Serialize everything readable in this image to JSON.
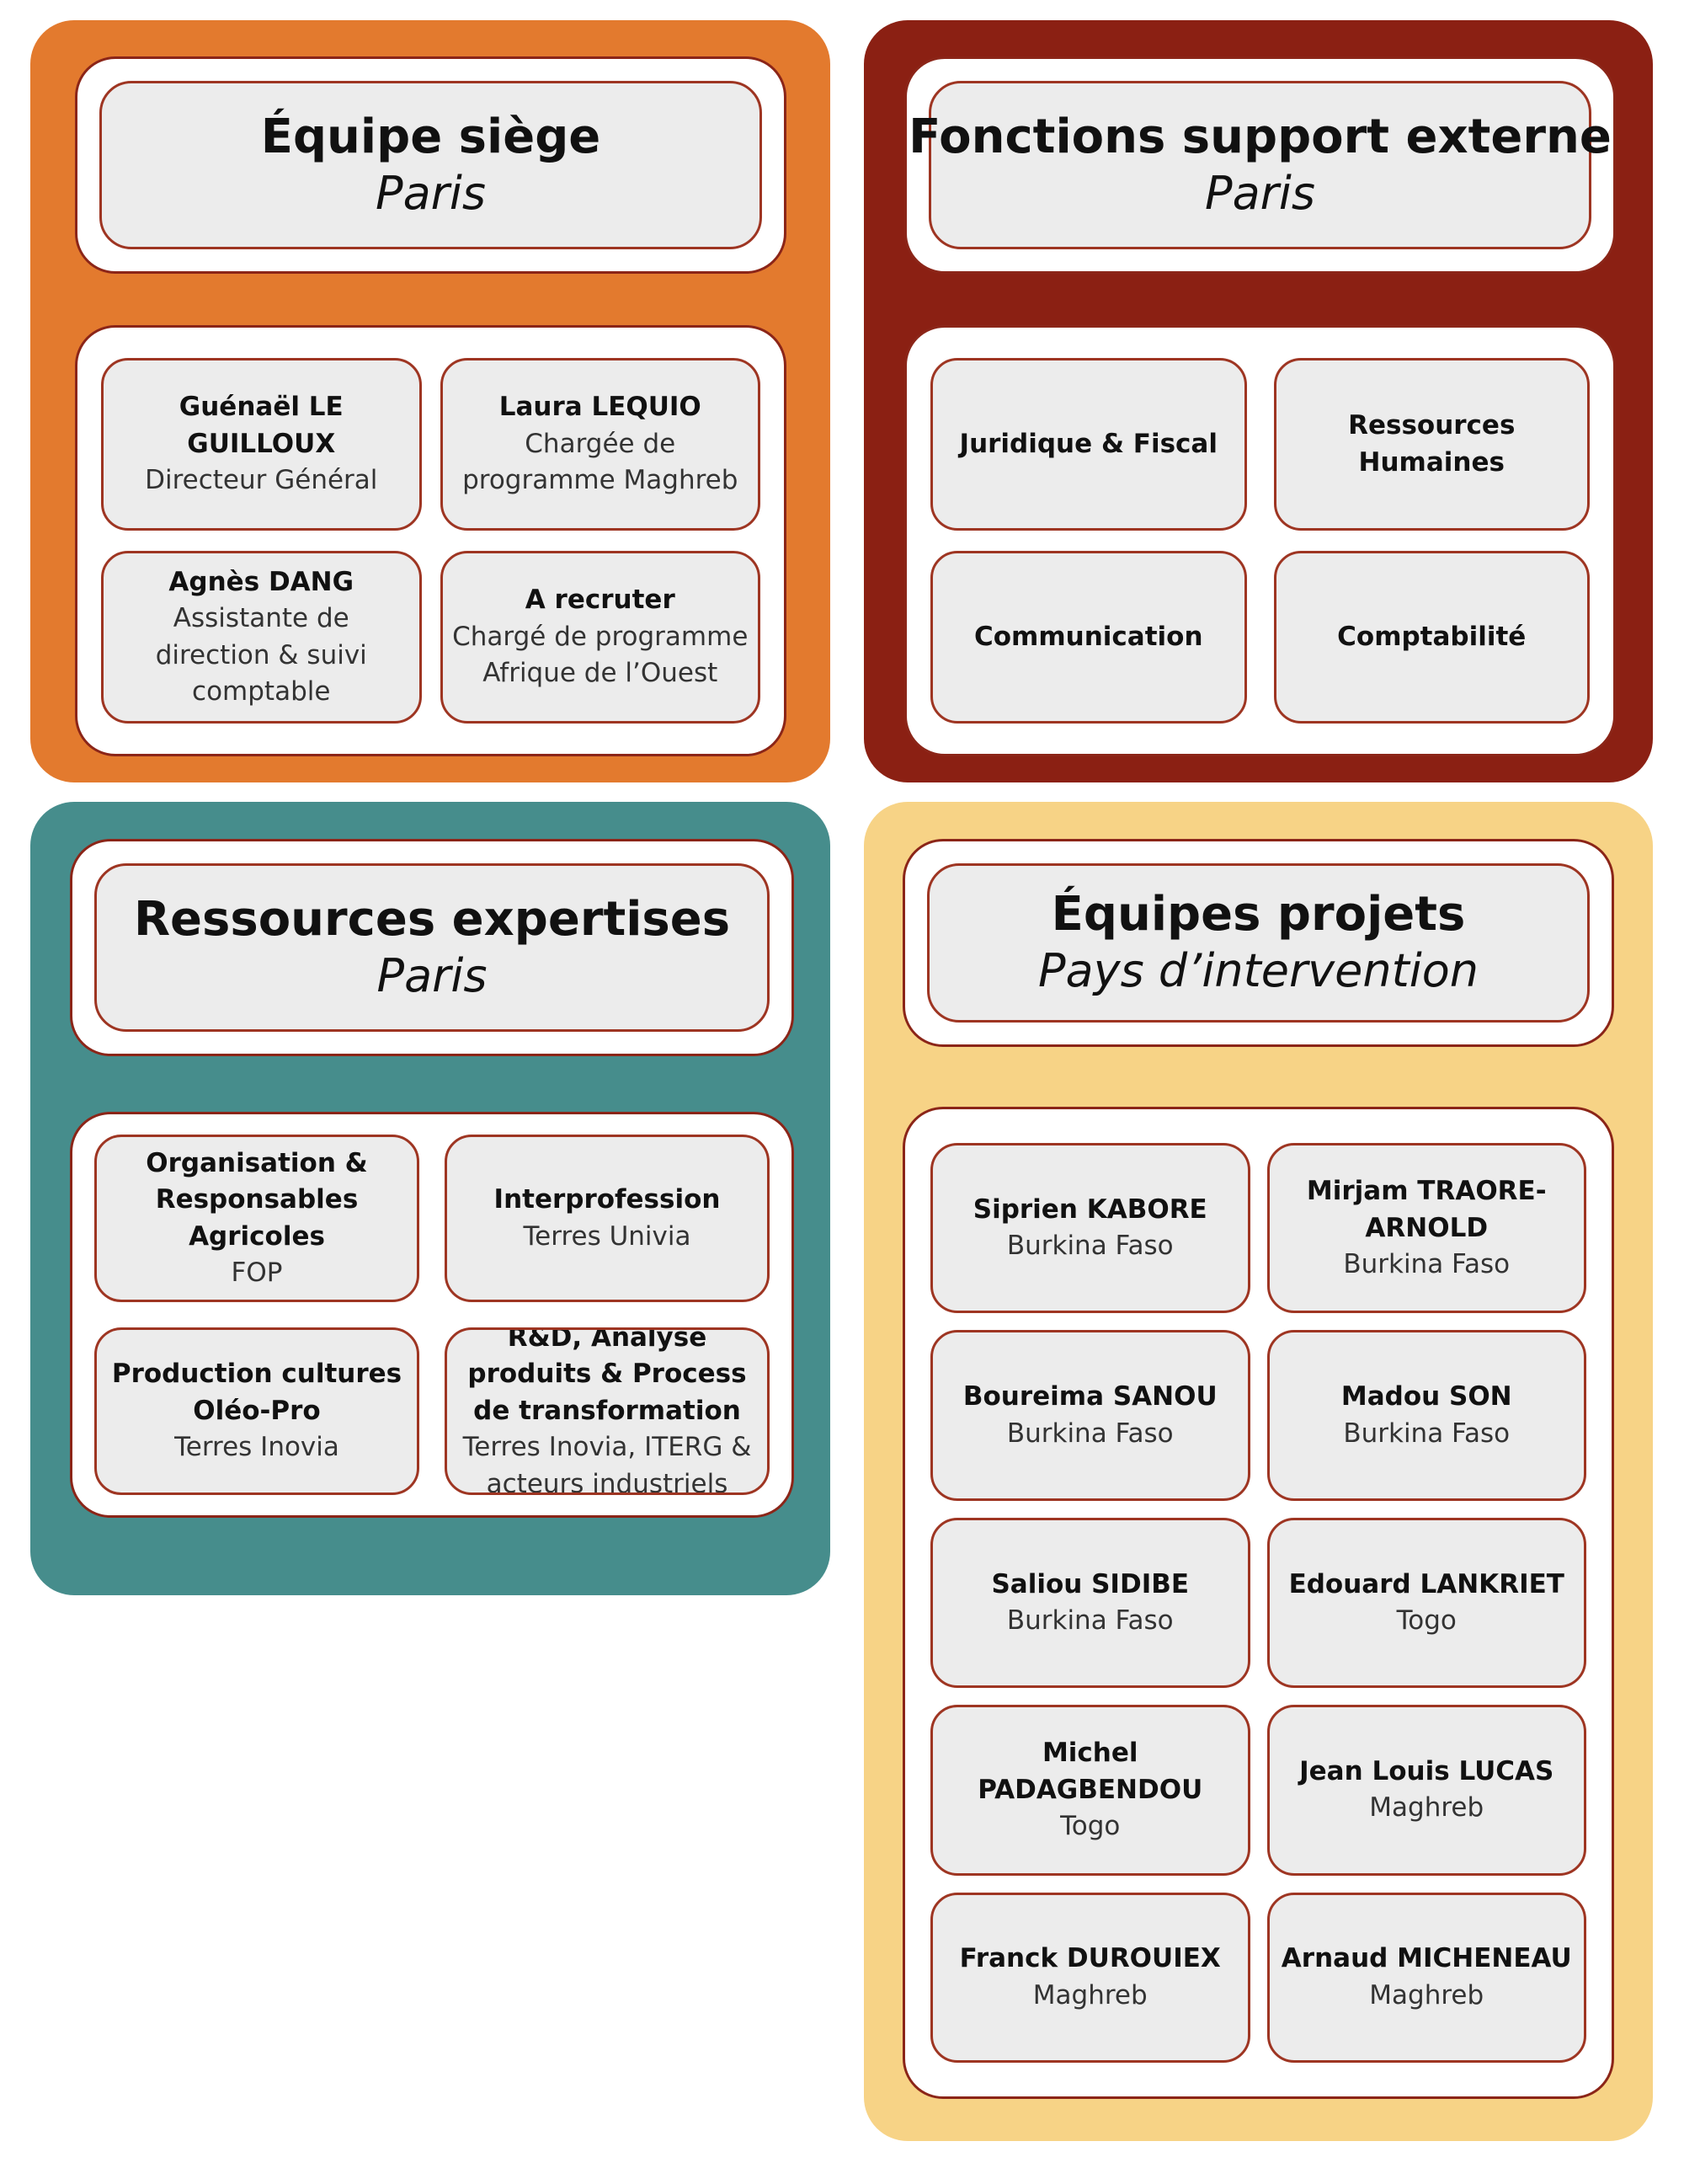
{
  "siege": {
    "title": "Équipe siège",
    "subtitle": "Paris",
    "members": [
      {
        "name": "Guénaël LE GUILLOUX",
        "role": "Directeur Général"
      },
      {
        "name": "Laura LEQUIO",
        "role": "Chargée de programme Maghreb"
      },
      {
        "name": "Agnès DANG",
        "role": "Assistante de direction & suivi comptable"
      },
      {
        "name": "A recruter",
        "role": "Chargé de programme Afrique de l’Ouest"
      }
    ]
  },
  "support": {
    "title": "Fonctions support externe",
    "subtitle": "Paris",
    "items": [
      {
        "name": "Juridique & Fiscal"
      },
      {
        "name": "Ressources Humaines"
      },
      {
        "name": "Communication"
      },
      {
        "name": "Comptabilité"
      }
    ]
  },
  "expertises": {
    "title": "Ressources expertises",
    "subtitle": "Paris",
    "items": [
      {
        "name": "Organisation & Responsables Agricoles",
        "role": "FOP"
      },
      {
        "name": "Interprofession",
        "role": "Terres Univia"
      },
      {
        "name": "Production cultures Oléo-Pro",
        "role": "Terres Inovia"
      },
      {
        "name": "R&D, Analyse produits & Process de transformation",
        "role": "Terres Inovia, ITERG & acteurs industriels"
      }
    ]
  },
  "projets": {
    "title": "Équipes projets",
    "subtitle": "Pays d’intervention",
    "members": [
      {
        "name": "Siprien KABORE",
        "role": "Burkina Faso"
      },
      {
        "name": "Mirjam TRAORE-ARNOLD",
        "role": "Burkina Faso"
      },
      {
        "name": "Boureima SANOU",
        "role": "Burkina Faso"
      },
      {
        "name": "Madou SON",
        "role": "Burkina Faso"
      },
      {
        "name": "Saliou SIDIBE",
        "role": "Burkina Faso"
      },
      {
        "name": "Edouard LANKRIET",
        "role": "Togo"
      },
      {
        "name": "Michel PADAGBENDOU",
        "role": "Togo"
      },
      {
        "name": "Jean Louis LUCAS",
        "role": "Maghreb"
      },
      {
        "name": "Franck DUROUIEX",
        "role": "Maghreb"
      },
      {
        "name": "Arnaud MICHENEAU",
        "role": "Maghreb"
      }
    ]
  },
  "colors": {
    "siege": "#E37A2E",
    "support": "#8B2013",
    "expertises": "#468D8C",
    "projets": "#F7D386",
    "cell_border": "#9E3522",
    "cell_fill": "#ECECEC"
  }
}
